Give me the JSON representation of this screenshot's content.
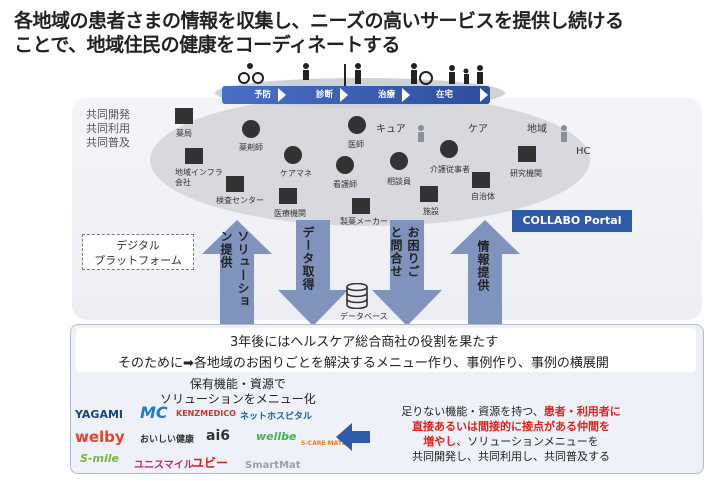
{
  "title": {
    "line1": "各地域の患者さまの情報を収集し、ニーズの高いサービスを提供し続ける",
    "line2": "ことで、地域住民の健康をコーディネートする"
  },
  "timeline": [
    "予防",
    "診断",
    "治療",
    "在宅"
  ],
  "side_labels": [
    "共同開発",
    "共同利用",
    "共同普及"
  ],
  "categories": {
    "cure": "キュア",
    "care": "ケア",
    "region": "地域",
    "hc": "HC"
  },
  "nodes": [
    "薬局",
    "薬剤師",
    "医師",
    "ケアマネ",
    "看護師",
    "相談員",
    "介護従事者",
    "研究機関",
    "地域インフラ会社",
    "検査センター",
    "医療機関",
    "製薬メーカー",
    "施設",
    "自治体"
  ],
  "digital_platform": {
    "line1": "デジタル",
    "line2": "プラットフォーム"
  },
  "collabo_portal": "COLLABO Portal",
  "arrows": {
    "solution": "ソリューション提供",
    "data": "データ取得",
    "trouble": "お困りごと問合せ",
    "info": "情報提供"
  },
  "database_label": "データベース",
  "bottom": {
    "line1": "3年後にはヘルスケア総合商社の役割を果たす",
    "line2": "そのために➡各地域のお困りごとを解決するメニュー作り、事例作り、事例の横展開",
    "owned_title_1": "保有機能・資源で",
    "owned_title_2": "ソリューションをメニュー化",
    "right_1a": "足りない機能・資源を持つ、",
    "right_1b": "患者・利用者に",
    "right_2": "直接あるいは間接的に接点がある仲間を",
    "right_3a": "増やし",
    "right_3b": "、ソリューションメニューを",
    "right_4": "共同開発し、共同利用し、共同普及する"
  },
  "logos": [
    "YAGAMI",
    "MC",
    "KENZMEDICO",
    "ネットホスピタル",
    "welby",
    "おいしい健康",
    "ai6",
    "wellbe",
    "S-CARE MATE",
    "S-mile",
    "ユニスマイル",
    "ユビー",
    "SmartMat"
  ],
  "colors": {
    "accent": "#2e5aa8",
    "arrow": "#7f93bd",
    "highlight": "#e0241b"
  }
}
